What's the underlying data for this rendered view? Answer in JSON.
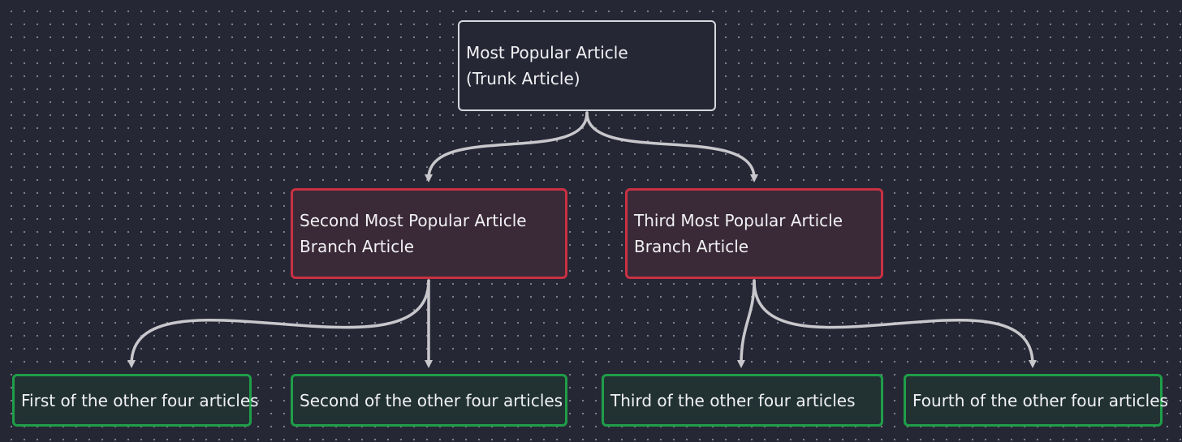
{
  "diagram": {
    "trunk": {
      "lines": [
        "Most Popular Article",
        "(Trunk Article)"
      ]
    },
    "branches": [
      {
        "lines": [
          "Second Most Popular Article",
          "Branch Article"
        ]
      },
      {
        "lines": [
          "Third Most Popular Article",
          "Branch Article"
        ]
      }
    ],
    "leaves": [
      {
        "label": "First of the other four articles"
      },
      {
        "label": "Second of the other four articles"
      },
      {
        "label": "Third of the other four articles"
      },
      {
        "label": "Fourth of the other four articles"
      }
    ],
    "colors": {
      "background": "#262735",
      "grid_dot": "#cdd0dc",
      "connector": "#c8c8cc",
      "trunk_border": "#d7d7de",
      "branch_border": "#c93142",
      "branch_fill": "#3a2a37",
      "leaf_border": "#1f9e48",
      "leaf_fill": "#223233",
      "text": "#f1f1f4"
    }
  }
}
